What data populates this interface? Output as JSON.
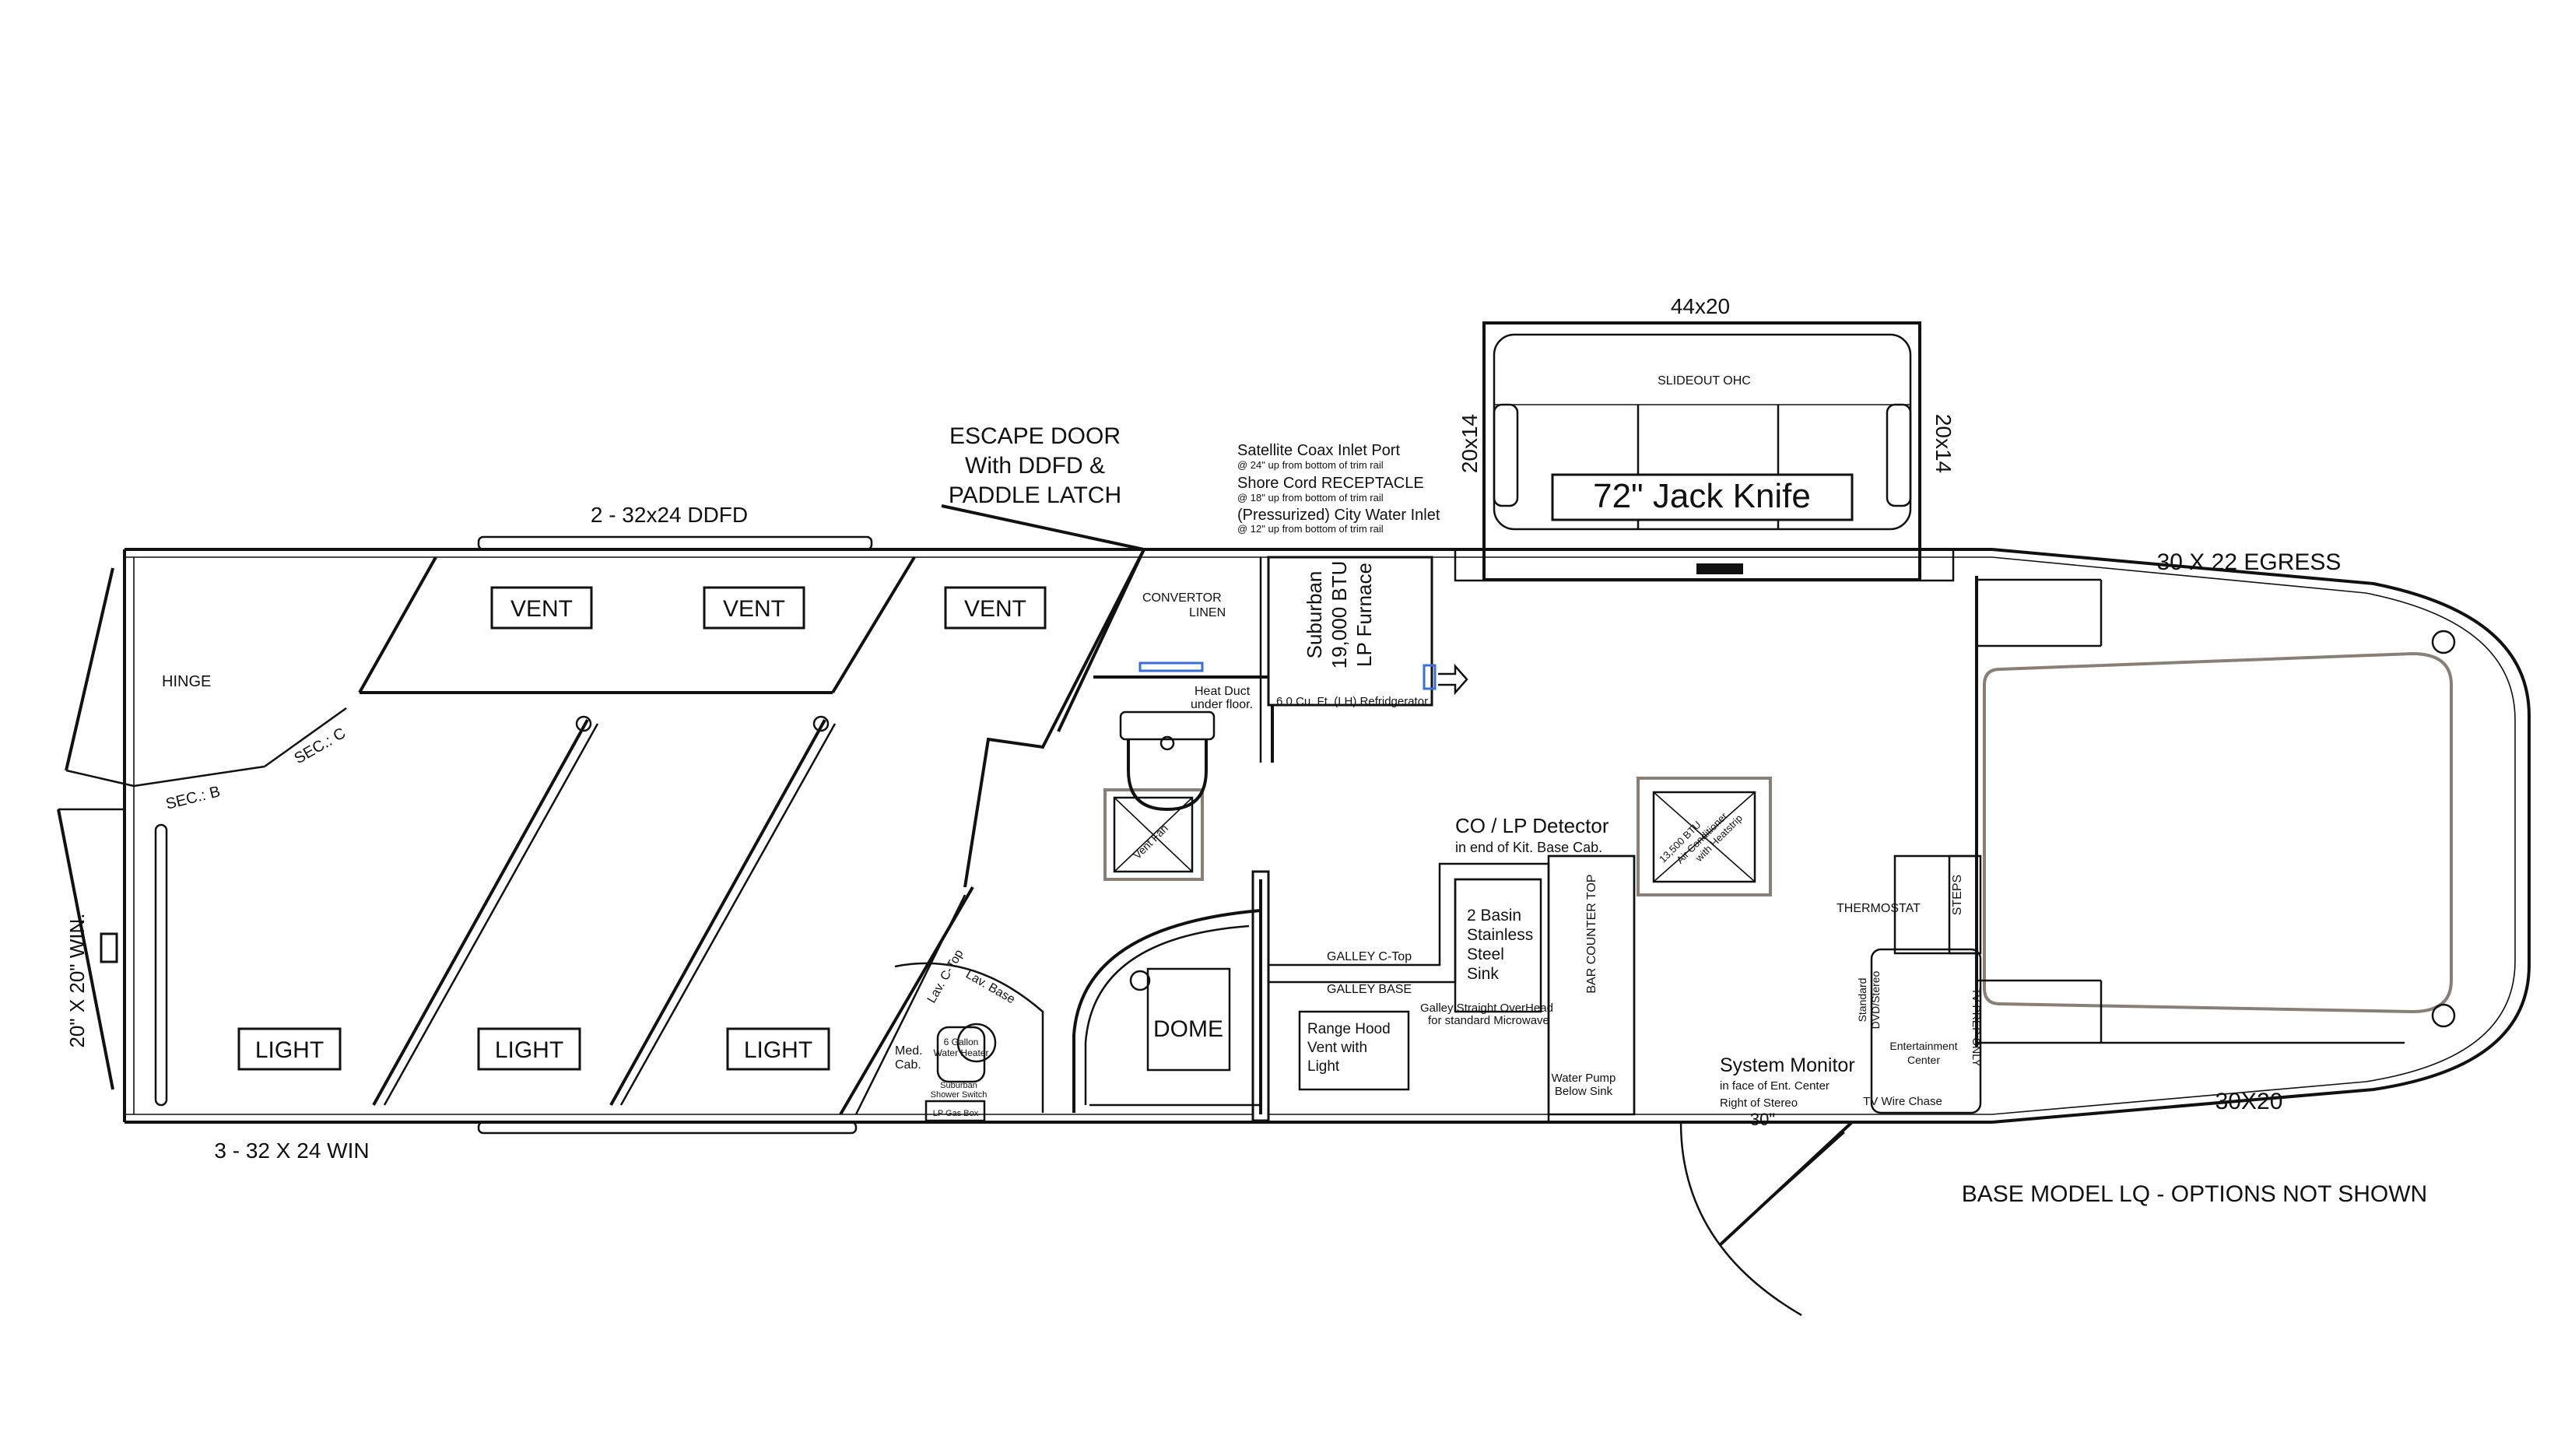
{
  "labels": {
    "dim_44x20": "44x20",
    "slideout_ohc": "SLIDEOUT OHC",
    "dim_20x14_left": "20x14",
    "dim_20x14_right": "20x14",
    "jack_knife": "72\" Jack Knife",
    "escape_door_1": "ESCAPE DOOR",
    "escape_door_2": "With DDFD &",
    "escape_door_3": "PADDLE LATCH",
    "ddfd": "2 - 32x24 DDFD",
    "satellite": "Satellite Coax Inlet Port",
    "satellite_note": "@ 24\" up from bottom  of trim rail",
    "shore": "Shore Cord RECEPTACLE",
    "shore_note": "@ 18\" up from bottom  of trim rail",
    "water_inlet": "(Pressurized) City Water Inlet",
    "water_note": "@ 12\" up from bottom  of trim rail",
    "egress": "30 X 22  EGRESS",
    "vent1": "VENT",
    "vent2": "VENT",
    "vent3": "VENT",
    "convertor": "CONVERTOR",
    "linen": "LINEN",
    "furnace_1": "Suburban",
    "furnace_2": "19,000 BTU",
    "furnace_3": "LP Furnace",
    "heat_duct_1": "Heat Duct",
    "heat_duct_2": "under floor.",
    "refrigerator": "6.0 Cu. Ft. (LH) Refridgerator",
    "hinge": "HINGE",
    "sec_c": "SEC.: C",
    "sec_b": "SEC.: B",
    "vent_fan": "Vent Fan",
    "co_lp_1": "CO / LP Detector",
    "co_lp_2": "in end of Kit. Base Cab.",
    "ac_1": "13,500 BTU",
    "ac_2": "Air Conditioner",
    "ac_3": "with Heatstrip",
    "win_20x20": "20\" X 20\" WIN.",
    "sink_1": "2 Basin",
    "sink_2": "Stainless",
    "sink_3": "Steel",
    "sink_4": "Sink",
    "bar_counter": "BAR COUNTER TOP",
    "thermostat": "THERMOSTAT",
    "steps": "STEPS",
    "galley_ctop": "GALLEY C-Top",
    "galley_base": "GALLEY BASE",
    "galley_overhead_1": "Galley Straight OverHead",
    "galley_overhead_2": "for standard Microwave",
    "dome": "DOME",
    "range_hood_1": "Range Hood",
    "range_hood_2": "Vent with",
    "range_hood_3": "Light",
    "lav_ctop": "Lav. C-Top",
    "lav_base": "Lav. Base",
    "med_cab_1": "Med.",
    "med_cab_2": "Cab.",
    "water_heater_1": "6 Gallon",
    "water_heater_2": "Water Heater",
    "shower_1": "Suburban",
    "shower_2": "Shower Switch",
    "lp_gas": "LP Gas Box",
    "water_pump_1": "Water Pump",
    "water_pump_2": "Below Sink",
    "system_monitor": "System Monitor",
    "sm_note_1": "in face of Ent. Center",
    "sm_note_2": "Right of Stereo",
    "dim_30": "30\"",
    "dvd_1": "Standard",
    "dvd_2": "DVD/Stereo",
    "ent_center_1": "Entertainment",
    "ent_center_2": "Center",
    "tv_prep": "TV PREP ONLY",
    "tv_chase": "TV Wire Chase",
    "light1": "LIGHT",
    "light2": "LIGHT",
    "light3": "LIGHT",
    "win_32x24": "3 - 32 X 24 WIN",
    "dim_30x20": "30X20",
    "base_model": "BASE MODEL LQ - OPTIONS NOT SHOWN"
  }
}
